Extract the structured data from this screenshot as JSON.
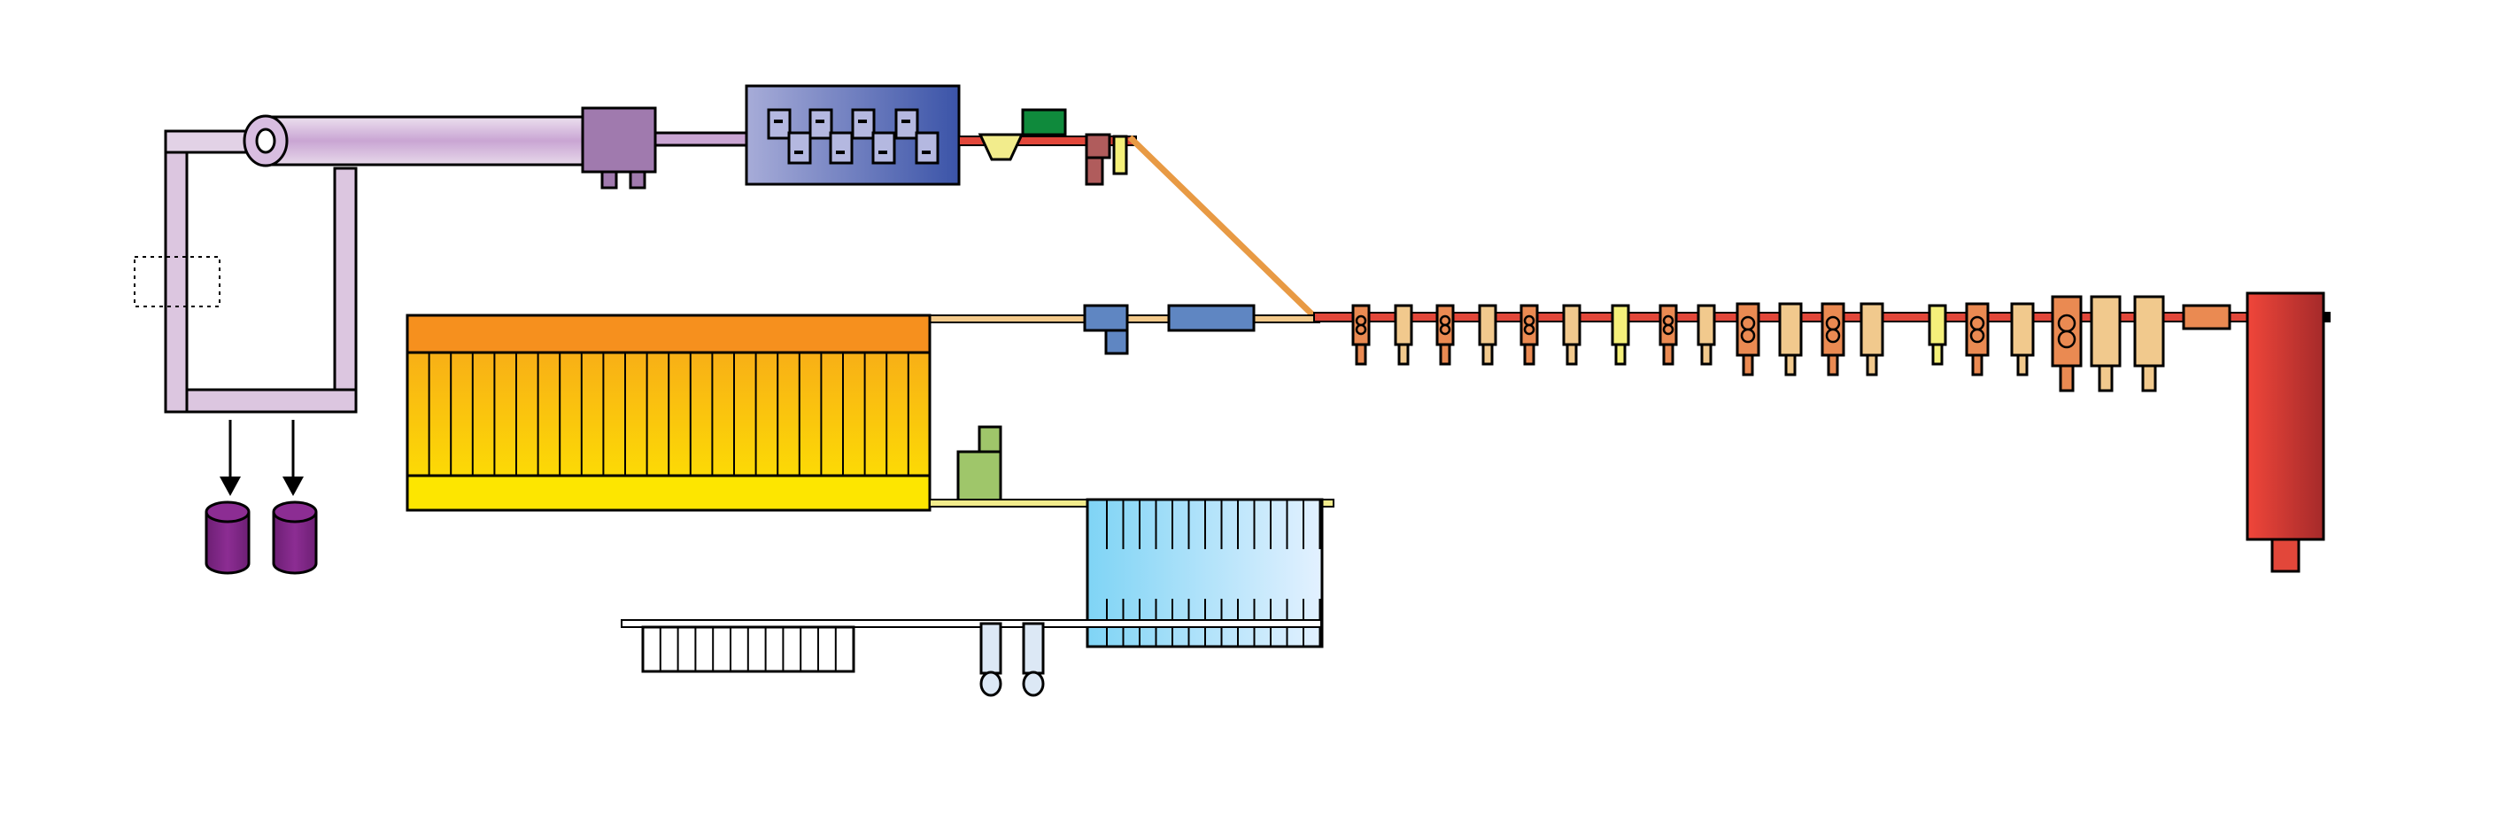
{
  "colors": {
    "outline": "#000000",
    "purple_light": "#dcc6e0",
    "purple_mid": "#c9a5d3",
    "purple_box": "#a07aae",
    "purple_drum": "#832b8a",
    "blue_dark": "#3b54a8",
    "blue_light": "#a7acd8",
    "blue_small": "#5f86c2",
    "green_dark": "#0f8a3c",
    "green_light": "#9fc66a",
    "yellow_pale": "#f2ec8c",
    "red_line": "#e2473a",
    "red_dark": "#b05c5c",
    "orange_feed": "#e89a44",
    "orange_top": "#f6901e",
    "yellow_bottom": "#fde600",
    "cyan_light": "#7fd4f5",
    "cyan_pale": "#dcefff",
    "stand_light": "#f1c98d",
    "stand_orange": "#ea8a52",
    "stand_yellow": "#f5f07a",
    "furnace_red": "#ea3c35",
    "furnace_dark": "#a72b2b"
  },
  "icons": {
    "discharge_arrow": "arrow-down-icon",
    "drum": "cylinder-icon"
  },
  "stand_sequence": [
    "double",
    "light",
    "double",
    "light",
    "double",
    "light",
    "yellow",
    "double",
    "light",
    "double-big",
    "light-big",
    "double-big",
    "light-big",
    "yellow",
    "double-big",
    "light-big",
    "double-large",
    "light-large",
    "light-large"
  ]
}
